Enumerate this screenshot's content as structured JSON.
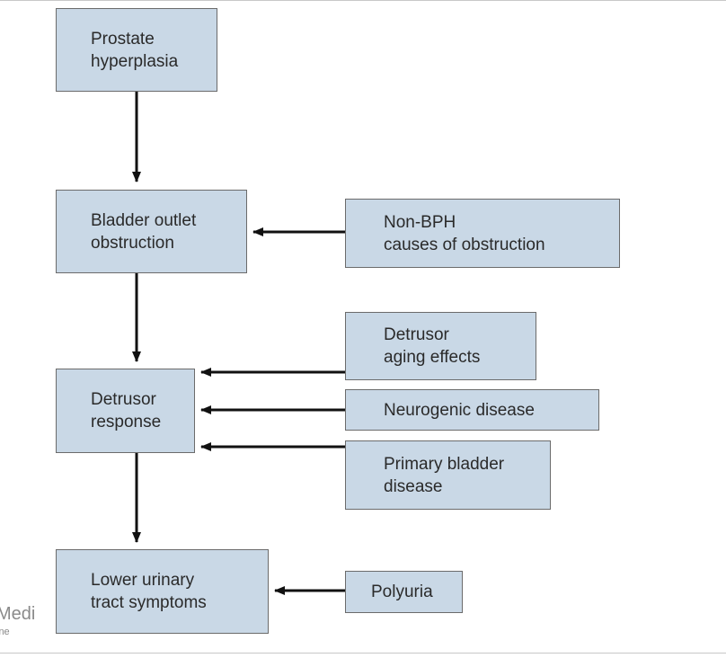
{
  "diagram": {
    "nodes": {
      "prostate": "Prostate\nhyperplasia",
      "obstruction": "Bladder outlet\nobstruction",
      "non_bph": "Non-BPH\ncauses of obstruction",
      "detrusor_response": "Detrusor\nresponse",
      "aging": "Detrusor\naging effects",
      "neurogenic": "Neurogenic disease",
      "primary_bladder": "Primary bladder\ndisease",
      "luts": "Lower urinary\ntract symptoms",
      "polyuria": "Polyuria"
    },
    "edges": [
      {
        "from": "prostate",
        "to": "obstruction"
      },
      {
        "from": "obstruction",
        "to": "detrusor_response"
      },
      {
        "from": "detrusor_response",
        "to": "luts"
      },
      {
        "from": "non_bph",
        "to": "obstruction"
      },
      {
        "from": "aging",
        "to": "detrusor_response"
      },
      {
        "from": "neurogenic",
        "to": "detrusor_response"
      },
      {
        "from": "primary_bladder",
        "to": "detrusor_response"
      },
      {
        "from": "polyuria",
        "to": "luts"
      }
    ]
  },
  "watermark": {
    "line1": "Medi",
    "line2": "ine"
  },
  "colors": {
    "box_fill": "#c9d8e6",
    "box_border": "#6b6b6b",
    "arrow": "#111111"
  }
}
